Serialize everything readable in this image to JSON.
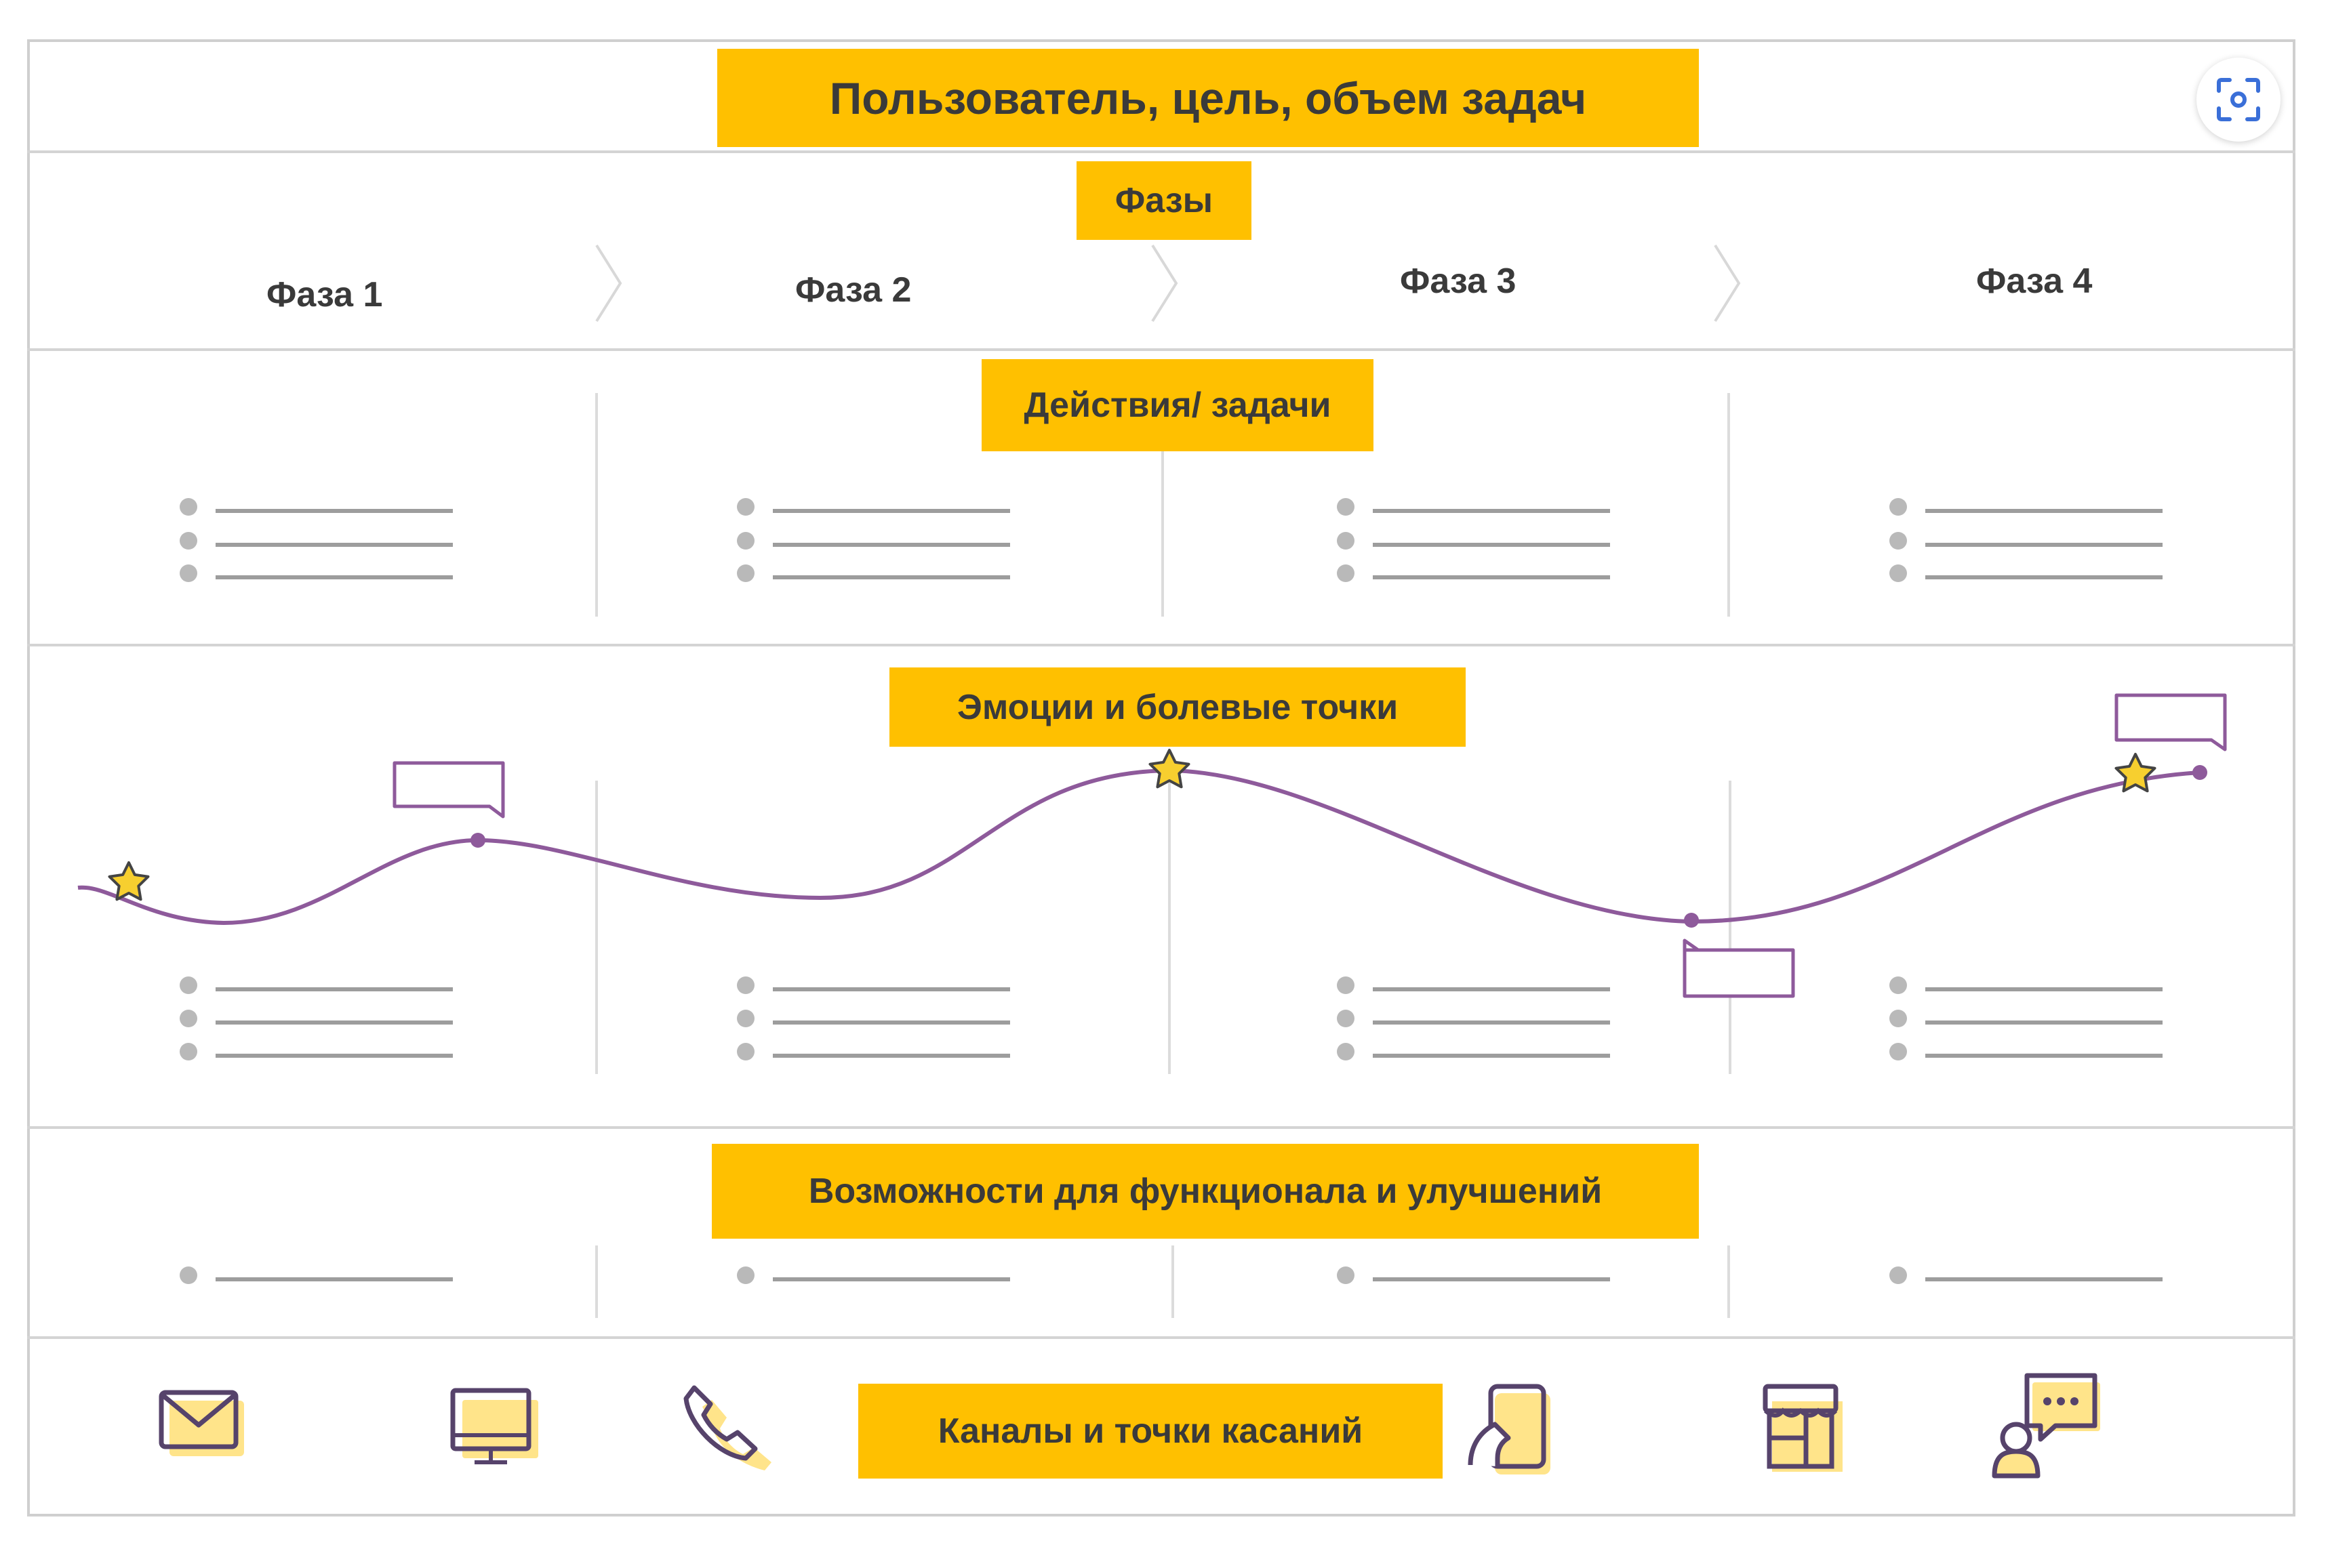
{
  "header": {
    "title": "Пользователь, цель, объем задач"
  },
  "phases": {
    "title": "Фазы",
    "items": [
      "Фаза 1",
      "Фаза 2",
      "Фаза 3",
      "Фаза 4"
    ]
  },
  "sections": {
    "actions": "Действия/ задачи",
    "emotions": "Эмоции и болевые точки",
    "opportunities": "Возможности для функционала и улучшений",
    "channels": "Каналы и точки касаний"
  },
  "channels_icons": [
    "mail-icon",
    "desktop-icon",
    "phone-icon",
    "mobile-icon",
    "store-icon",
    "chat-support-icon"
  ],
  "colors": {
    "label_bg": "#ffc000",
    "curve": "#8e5a9b",
    "icon_stroke": "#56436b",
    "icon_fill": "#ffe48a",
    "star": "#f7cf2f",
    "divider": "#d4d4d4",
    "bullet": "#b9b9b9",
    "line": "#9d9d9d"
  }
}
